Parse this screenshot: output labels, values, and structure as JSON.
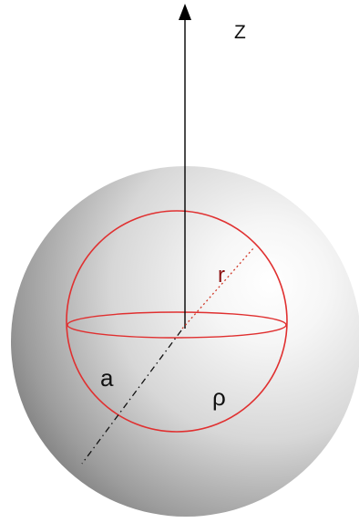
{
  "labels": {
    "axis": "Z",
    "radius_r": "r",
    "radius_a": "a",
    "density": "ρ"
  },
  "colors": {
    "sphere_highlight": "#ffffff",
    "sphere_mid": "#d7d7d7",
    "sphere_shadow": "#6f6f6f",
    "inner_sphere": "#e03030",
    "radius_line": "#d03a2a",
    "axis": "#000000",
    "dash_line": "#111111",
    "text": "#111111"
  },
  "icons": {
    "axis_arrow": "arrow-up-icon"
  }
}
